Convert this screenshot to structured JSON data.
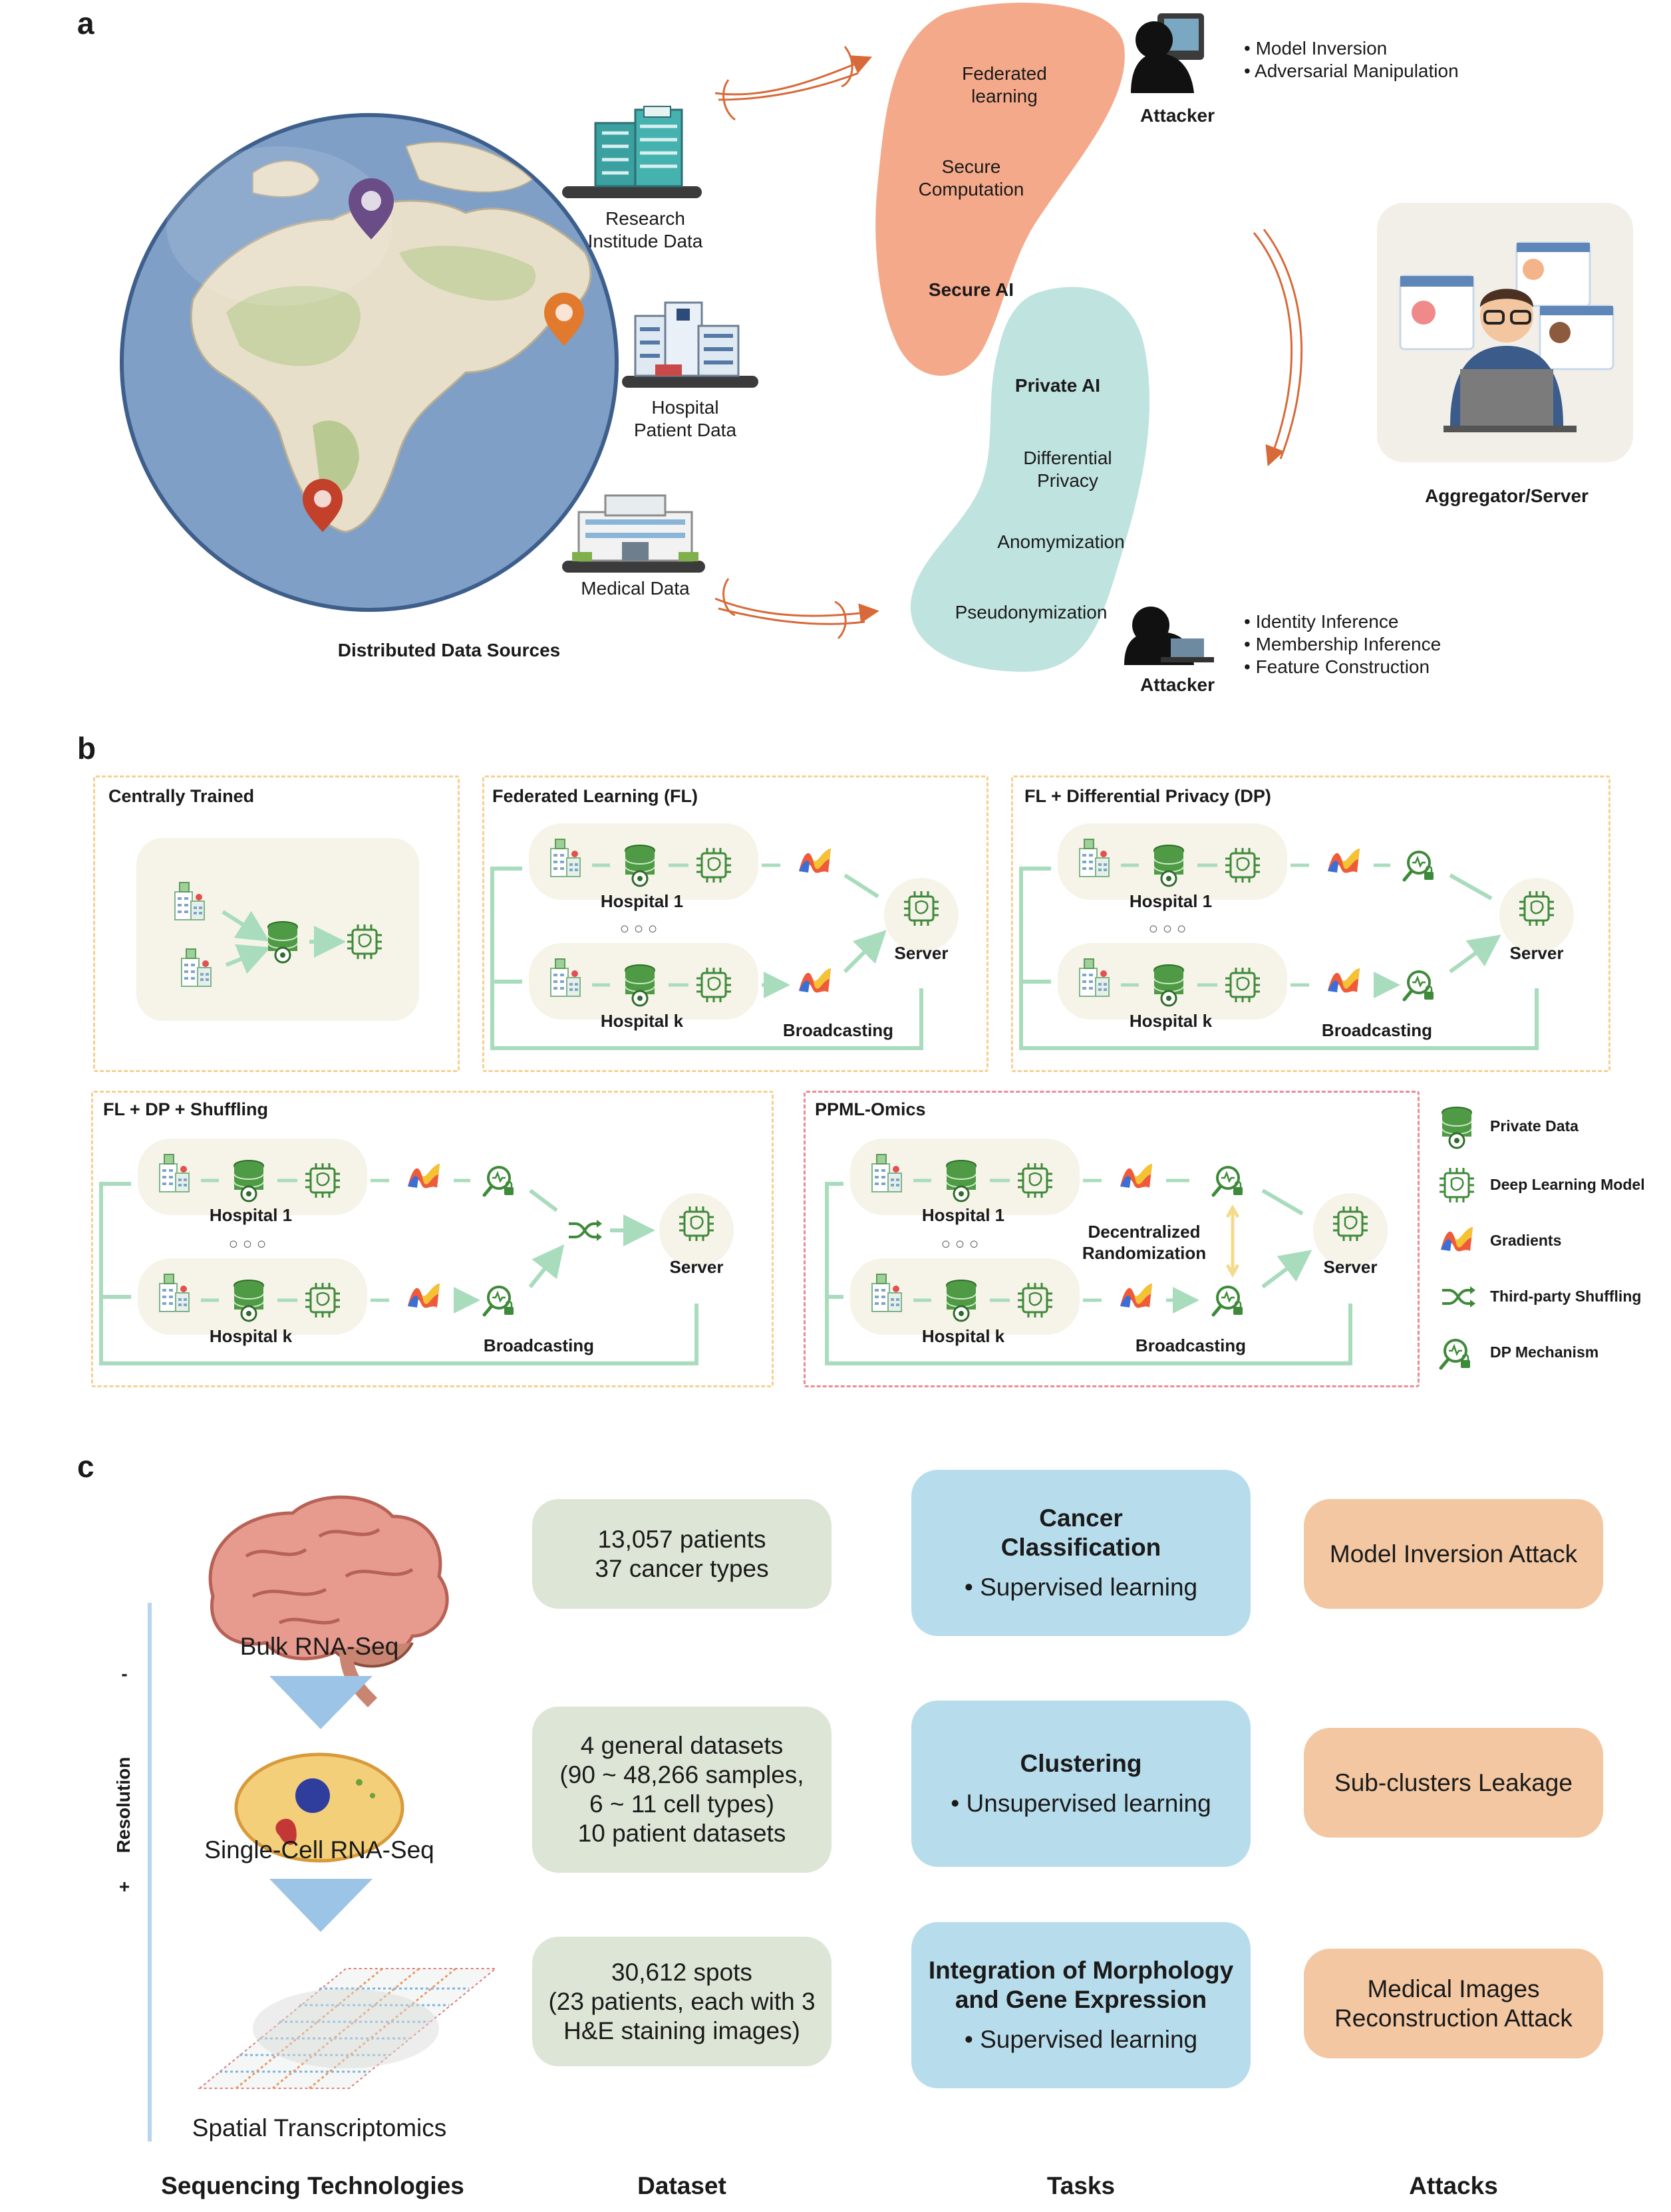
{
  "panel_a": {
    "letter": "a",
    "sources": {
      "research": "Research\nInstitude Data",
      "hospital": "Hospital\nPatient Data",
      "medical": "Medical Data",
      "caption": "Distributed Data Sources"
    },
    "secure_ai": {
      "items": [
        "Federated\nlearning",
        "Secure\nComputation"
      ],
      "title": "Secure AI"
    },
    "private_ai": {
      "title": "Private AI",
      "items": [
        "Differential\nPrivacy",
        "Anomymization",
        "Pseudonymization"
      ]
    },
    "attacker_top": {
      "label": "Attacker",
      "items": [
        "Model Inversion",
        "Adversarial Manipulation"
      ]
    },
    "attacker_bottom": {
      "label": "Attacker",
      "items": [
        "Identity Inference",
        "Membership Inference",
        "Feature Construction"
      ]
    },
    "server_label": "Aggregator/Server"
  },
  "panel_b": {
    "letter": "b",
    "centrally_trained": "Centrally Trained",
    "fl": {
      "title": "Federated Learning (FL)",
      "hospital1": "Hospital 1",
      "hospitalk": "Hospital k",
      "server": "Server",
      "broadcast": "Broadcasting",
      "dots": "○ ○ ○"
    },
    "fl_dp": {
      "title": "FL + Differential Privacy (DP)",
      "hospital1": "Hospital 1",
      "hospitalk": "Hospital k",
      "server": "Server",
      "broadcast": "Broadcasting",
      "dots": "○ ○ ○"
    },
    "fl_dp_shuffle": {
      "title": "FL + DP + Shuffling",
      "hospital1": "Hospital 1",
      "hospitalk": "Hospital k",
      "server": "Server",
      "broadcast": "Broadcasting",
      "dots": "○ ○ ○"
    },
    "ppml": {
      "title": "PPML-Omics",
      "hospital1": "Hospital 1",
      "hospitalk": "Hospital k",
      "server": "Server",
      "broadcast": "Broadcasting",
      "decentral": "Decentralized\nRandomization",
      "dots": "○ ○ ○"
    },
    "legend": [
      "Private Data",
      "Deep Learning Model",
      "Gradients",
      "Third-party Shuffling",
      "DP Mechanism"
    ]
  },
  "panel_c": {
    "letter": "c",
    "seq": {
      "bulk": "Bulk RNA-Seq",
      "single": "Single-Cell RNA-Seq",
      "spatial": "Spatial Transcriptomics",
      "resolution": "Resolution",
      "minus": "-",
      "plus": "+"
    },
    "datasets": [
      "13,057 patients\n37 cancer types",
      "4 general datasets\n(90 ~ 48,266 samples,\n6 ~ 11 cell types)\n10 patient datasets",
      "30,612 spots\n(23 patients, each with 3\nH&E staining images)"
    ],
    "tasks": [
      {
        "title": "Cancer\nClassification",
        "sub": "Supervised learning"
      },
      {
        "title": "Clustering",
        "sub": "Unsupervised learning"
      },
      {
        "title": "Integration of Morphology\nand Gene Expression",
        "sub": "Supervised learning"
      }
    ],
    "attacks": [
      "Model Inversion Attack",
      "Sub-clusters Leakage",
      "Medical Images\nReconstruction Attack"
    ],
    "headers": [
      "Sequencing Technologies",
      "Dataset",
      "Tasks",
      "Attacks"
    ]
  },
  "colors": {
    "secure_ai": "#f4a98a",
    "private_ai": "#bfe3df",
    "flow_green": "#a8dcbc",
    "icon_green": "#3f8a3a",
    "box_dash": "#f7cf8f",
    "ppml_dash": "#ee8a95",
    "dataset_bg": "#dde6d6",
    "task_bg": "#b7dcec",
    "attack_bg": "#f2c7a2"
  }
}
